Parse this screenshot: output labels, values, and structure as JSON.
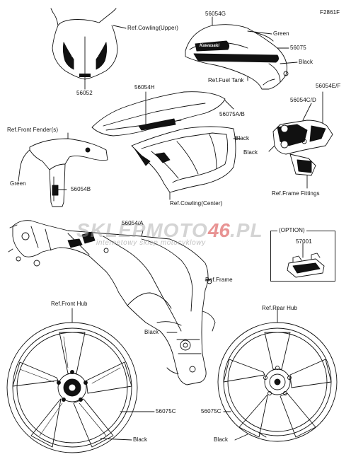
{
  "figure_code": "F2861F",
  "watermark": {
    "brand_part1": "SKLEPMOTO",
    "brand_part2": "46",
    "brand_part3": ".PL",
    "tagline": "internetowy sklep motocyklowy"
  },
  "option_header": "(OPTION)",
  "labels": {
    "p56052": "56052",
    "cowling_upper": "Ref.Cowling(Upper)",
    "p56054g": "56054G",
    "green_tank": "Green",
    "p56075_tank": "56075",
    "black_tank": "Black",
    "fuel_tank": "Ref.Fuel Tank",
    "p56054h": "56054H",
    "p56075ab": "56075A/B",
    "black_cowl": "Black",
    "p56054ef": "56054E/F",
    "p56054cd": "56054C/D",
    "black_frame_fit": "Black",
    "frame_fittings": "Ref.Frame Fittings",
    "front_fender": "Ref.Front Fender(s)",
    "green_fender": "Green",
    "p56054b": "56054B",
    "cowling_center": "Ref.Cowling(Center)",
    "p56054a": "56054/A",
    "p57001": "57001",
    "frame": "Ref.Frame",
    "front_hub": "Ref.Front Hub",
    "rear_hub": "Ref.Rear Hub",
    "black_frame": "Black",
    "p56075c_front": "56075C",
    "p56075c_rear": "56075C",
    "black_front_wheel": "Black",
    "black_rear_wheel": "Black"
  },
  "logo_text": "Kawasaki"
}
